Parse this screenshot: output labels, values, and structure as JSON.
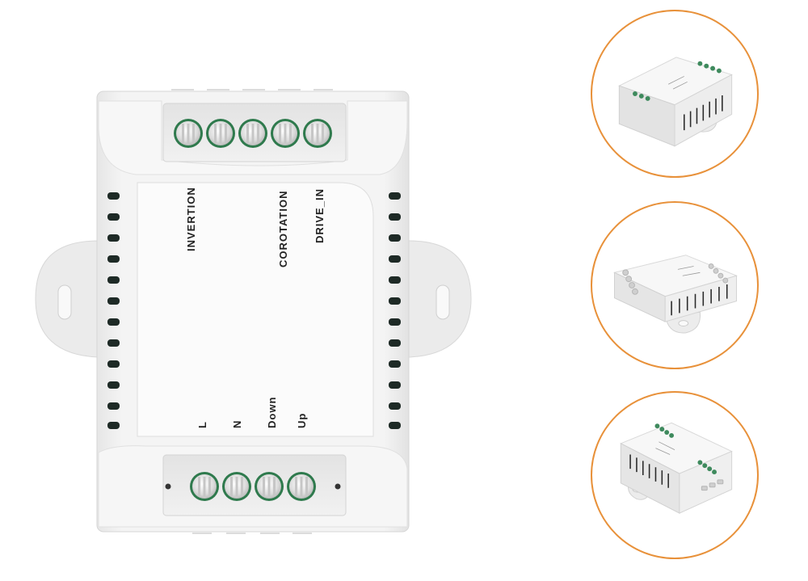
{
  "labels": {
    "top": [
      "INVERTION",
      "COROTATION",
      "DRIVE_IN"
    ],
    "bottom": [
      "L",
      "N",
      "Down",
      "Up"
    ]
  },
  "colors": {
    "accent_ring": "#e8913a",
    "terminal_green": "#2f7a4d",
    "body": "#f2f2f2",
    "vents": "#1e2a26"
  },
  "views": [
    "front-view",
    "angled-view-1",
    "angled-view-2",
    "angled-view-3"
  ]
}
